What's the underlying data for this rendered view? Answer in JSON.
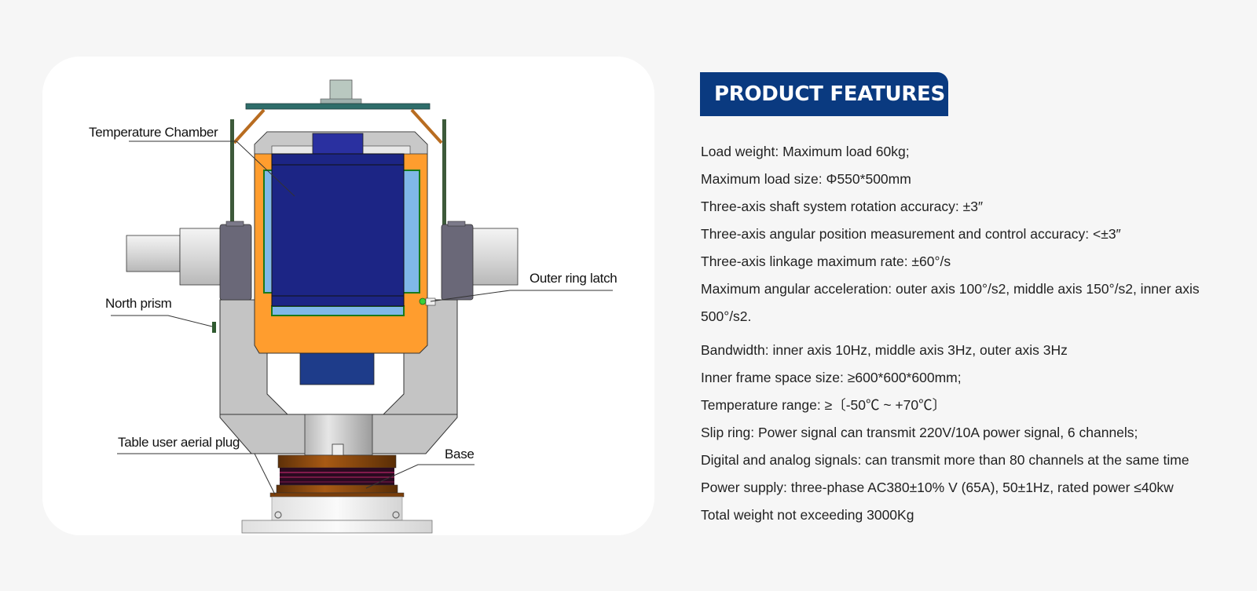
{
  "diagram": {
    "labels": {
      "temperature_chamber": "Temperature Chamber",
      "outer_ring_latch": "Outer ring latch",
      "north_prism": "North prism",
      "table_user_aerial_plug": "Table user aerial plug",
      "base": "Base"
    },
    "colors": {
      "chamber_orange": "#ff9d2e",
      "chamber_blue": "#1c2585",
      "motor_blue": "#1e3c8a",
      "frame_gray": "#c4c4c4",
      "bearing_gray": "#6a6878",
      "slip_ring_brown": "#8a4a10"
    }
  },
  "features": {
    "title": "PRODUCT FEATURES",
    "title_bg": "#0a3a80",
    "items": [
      "Load weight: Maximum load 60kg;",
      "Maximum load size: Φ550*500mm",
      "Three-axis shaft system rotation accuracy: ±3″",
      "Three-axis angular position measurement and control accuracy: <±3″",
      "Three-axis linkage maximum rate: ±60°/s",
      "Maximum angular acceleration: outer axis 100°/s2, middle axis 150°/s2, inner axis 500°/s2.",
      "Bandwidth: inner axis 10Hz, middle axis 3Hz, outer axis 3Hz",
      "Inner frame space size: ≥600*600*600mm;",
      "Temperature range: ≥〔-50℃ ~ +70℃〕",
      "Slip ring: Power signal can transmit 220V/10A power signal, 6 channels;",
      "Digital and analog signals: can transmit more than 80 channels at the same time",
      "Power supply: three-phase AC380±10% V (65A), 50±1Hz, rated power ≤40kw",
      "Total weight not exceeding 3000Kg"
    ]
  }
}
